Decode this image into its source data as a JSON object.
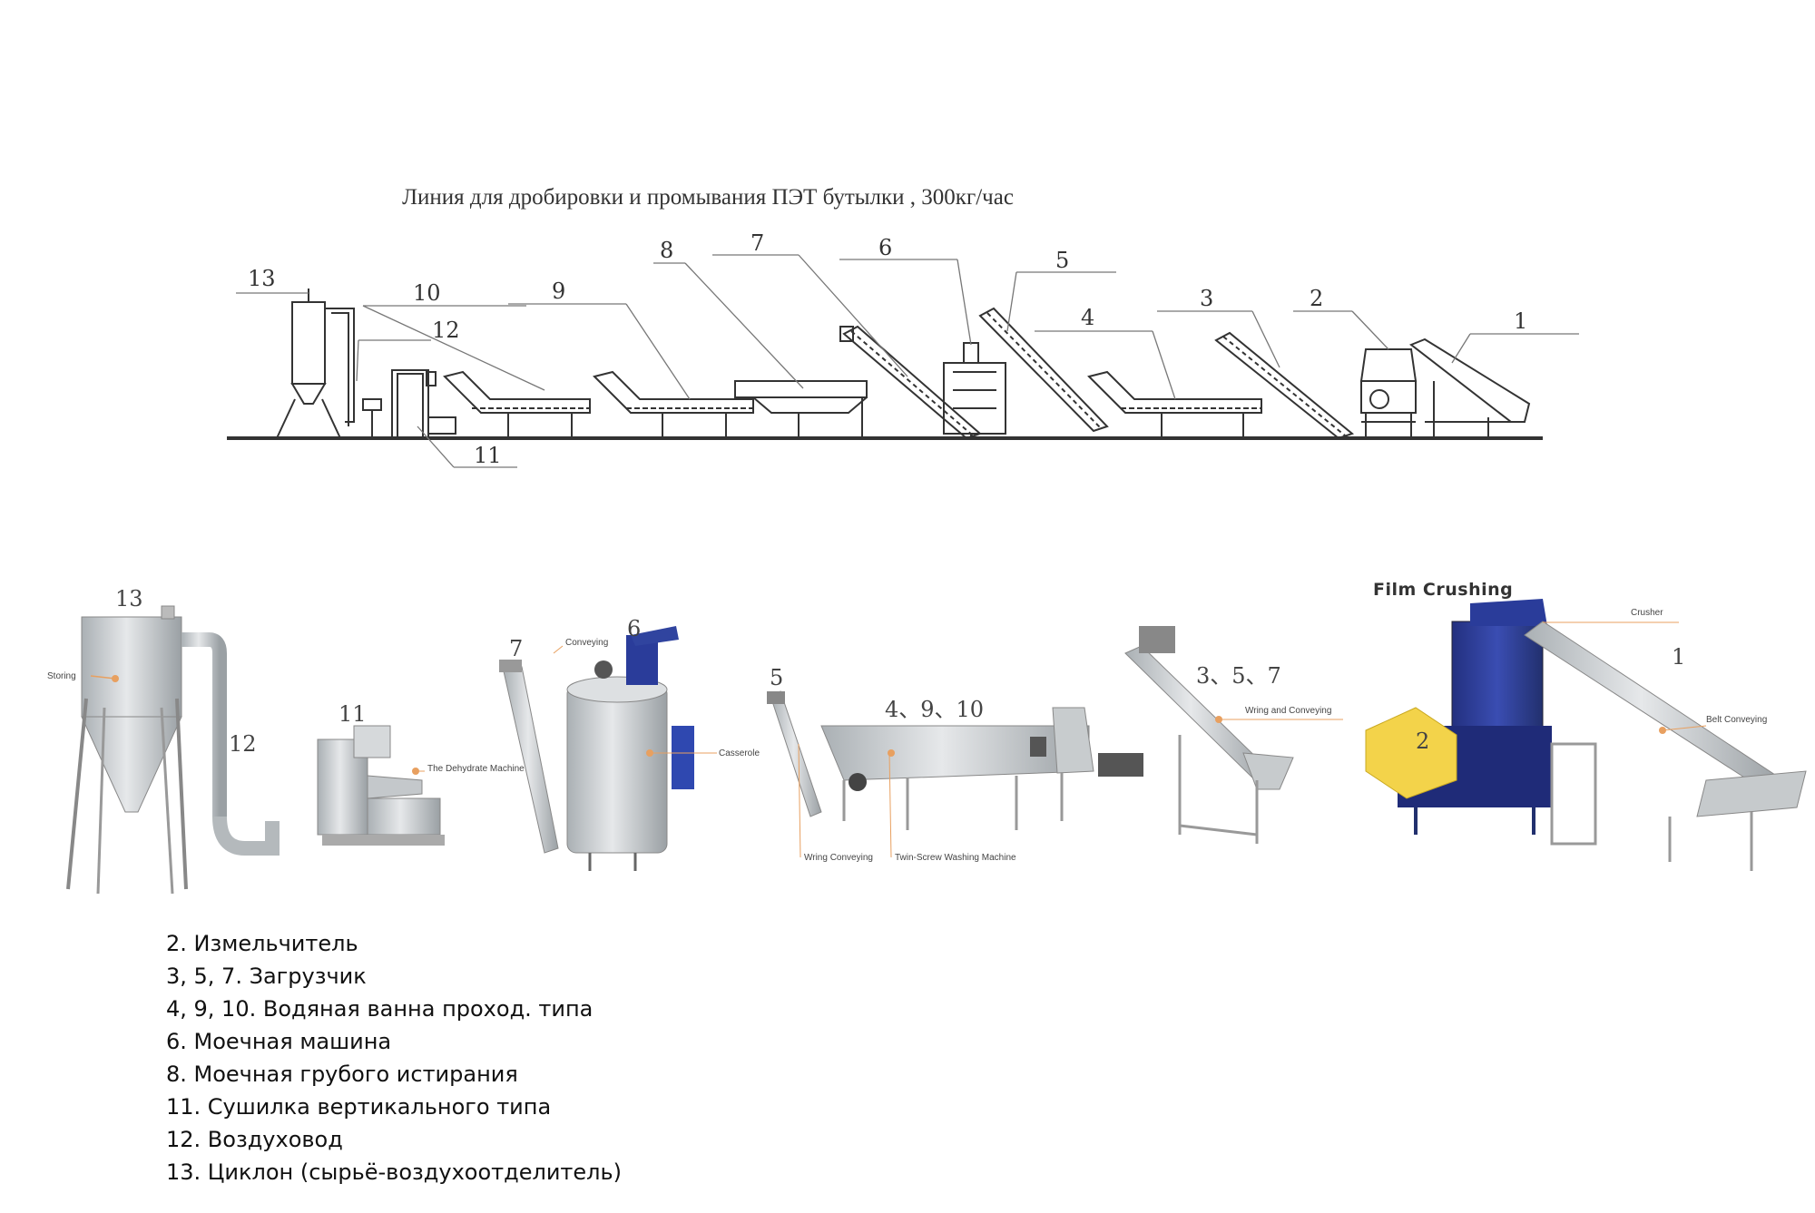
{
  "title": "Линия для дробировки и промывания ПЭТ бутылки , 300кг/час",
  "schematic_numbers": {
    "n1": "1",
    "n2": "2",
    "n3": "3",
    "n4": "4",
    "n5": "5",
    "n6": "6",
    "n7": "7",
    "n8": "8",
    "n9": "9",
    "n10": "10",
    "n11": "11",
    "n12": "12",
    "n13": "13"
  },
  "photo_labels": {
    "film_crushing": "Film Crushing",
    "storing": "Storing",
    "dehydrate": "The Dehydrate Machine",
    "conveying": "Conveying",
    "casserole": "Casserole",
    "wring_conveying": "Wring Conveying",
    "twin_screw": "Twin-Screw Washing Machine",
    "wring_and_conveying": "Wring and Conveying",
    "crusher": "Crusher",
    "belt_conveying": "Belt Conveying",
    "num_13": "13",
    "num_12": "12",
    "num_11": "11",
    "num_7": "7",
    "num_6": "6",
    "num_5": "5",
    "num_4_9_10": "4、9、10",
    "num_3_5_7": "3、5、7",
    "num_2": "2",
    "num_1": "1"
  },
  "legend": [
    "2. Измельчитель",
    "3, 5, 7. Загрузчик",
    "4, 9, 10. Водяная ванна проход. типа",
    "6. Моечная машина",
    "8. Моечная грубого истирания",
    "11. Сушилка вертикального типа",
    "12. Воздуховод",
    "13. Циклон (сырьё-воздухоотделитель)"
  ],
  "colors": {
    "line": "#333333",
    "steel": "#c9ccce",
    "steel_dark": "#8e9396",
    "blue": "#2e3f9e",
    "yellow": "#f3d34a",
    "callout": "#e8a060"
  }
}
